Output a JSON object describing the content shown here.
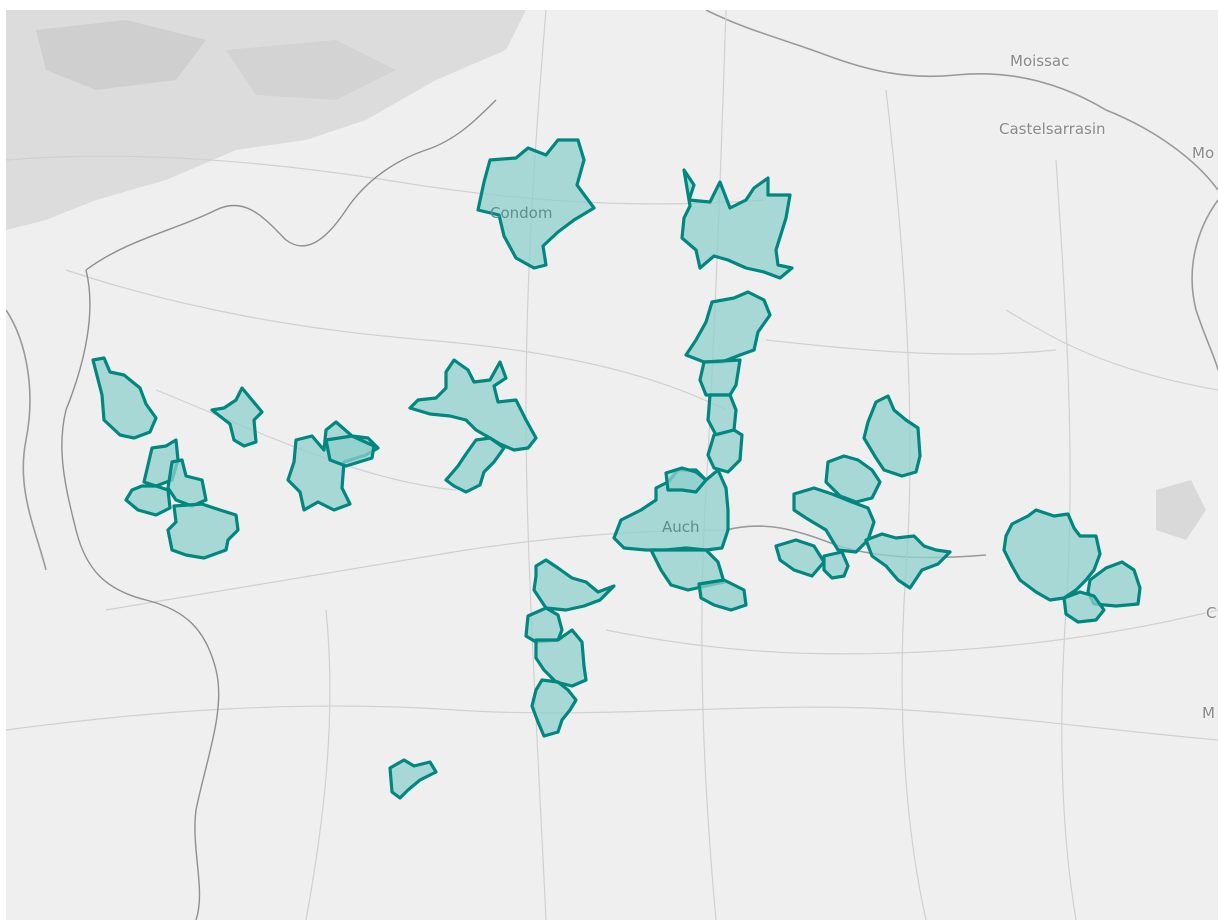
{
  "map": {
    "places": {
      "moissac": "Moissac",
      "castelsarrasin": "Castelsarrasin",
      "condom": "Condom",
      "auch": "Auch",
      "edge_top_right": "Mo",
      "edge_right_mid": "C",
      "edge_right_low": "M"
    },
    "colors": {
      "background": "#efefef",
      "zone_fill": "#8fd0cc",
      "zone_stroke": "#00877f",
      "roads": "#d0d0d0",
      "urban": "#d8d8d8"
    },
    "highlighted_zone_count": 35
  }
}
